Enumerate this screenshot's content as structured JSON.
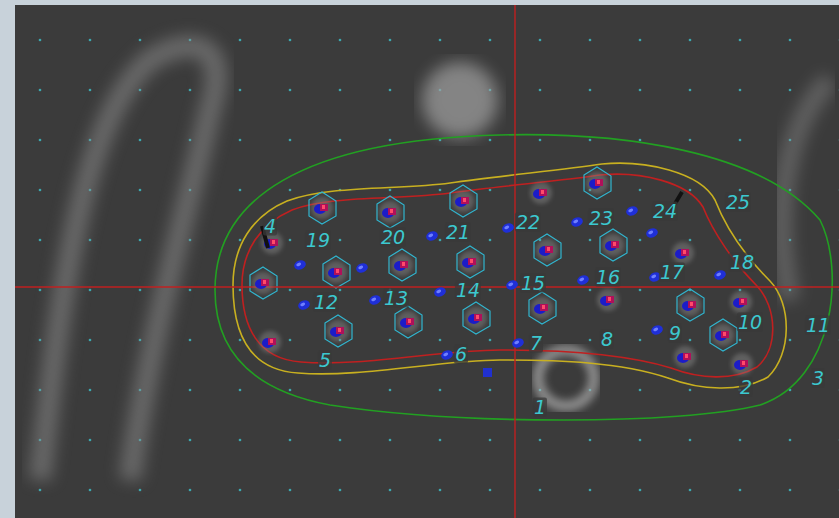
{
  "diagram": {
    "labels": [
      "4",
      "19",
      "20",
      "21",
      "22",
      "23",
      "24",
      "25",
      "18",
      "17",
      "16",
      "15",
      "14",
      "13",
      "12",
      "11",
      "10",
      "9",
      "8",
      "7",
      "6",
      "5",
      "3",
      "2",
      "1"
    ]
  }
}
